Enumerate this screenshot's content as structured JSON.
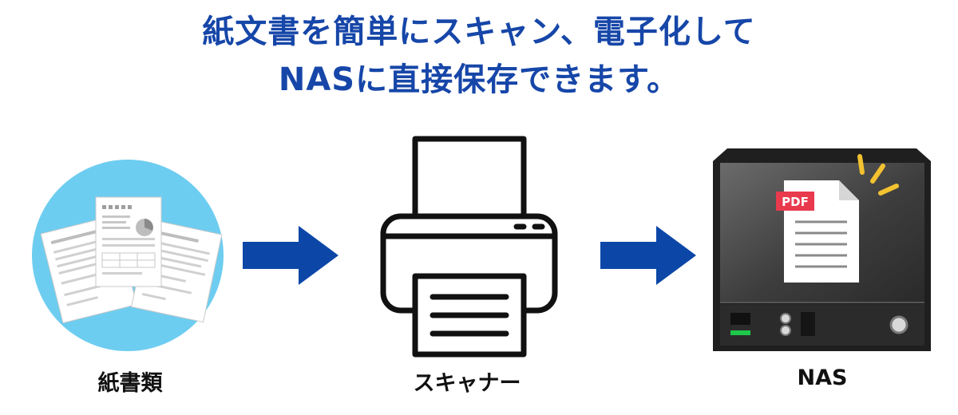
{
  "headline": {
    "line1": "紙文書を簡単にスキャン、電子化して",
    "line2": "NASに直接保存できます。"
  },
  "steps": [
    {
      "label": "紙書類",
      "icon": "paper-documents-icon"
    },
    {
      "label": "スキャナー",
      "icon": "scanner-icon"
    },
    {
      "label": "NAS",
      "icon": "nas-icon"
    }
  ],
  "nas_badge": "PDF",
  "colors": {
    "headline": "#1646a8",
    "arrow": "#0c47a8",
    "circle": "#6dcdf0",
    "pdf_badge": "#e8394d",
    "nas_body": "#3d3d3d",
    "glow": "#f2c230",
    "led": "#1ec84a"
  }
}
